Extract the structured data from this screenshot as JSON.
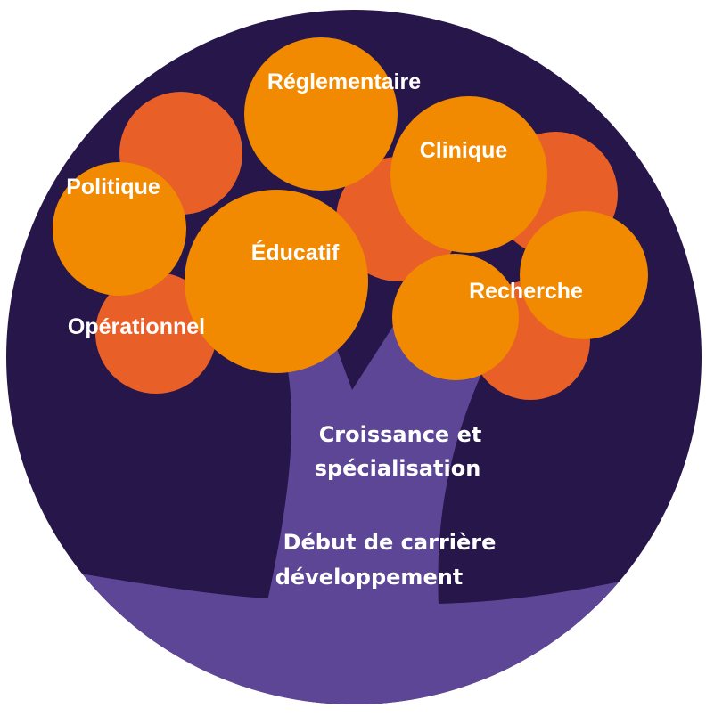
{
  "colors": {
    "background": "#26164a",
    "trunk": "#5e4696",
    "leaf_primary": "#f18a00",
    "leaf_secondary": "#e85f28",
    "text": "#ffffff"
  },
  "diagram": {
    "branches": [
      "Réglementaire",
      "Clinique",
      "Politique",
      "Éducatif",
      "Recherche",
      "Opérationnel"
    ],
    "trunk": {
      "upper_line1": "Croissance et",
      "upper_line2": "spécialisation",
      "lower_line1": "Début de carrière",
      "lower_line2": "développement"
    }
  }
}
